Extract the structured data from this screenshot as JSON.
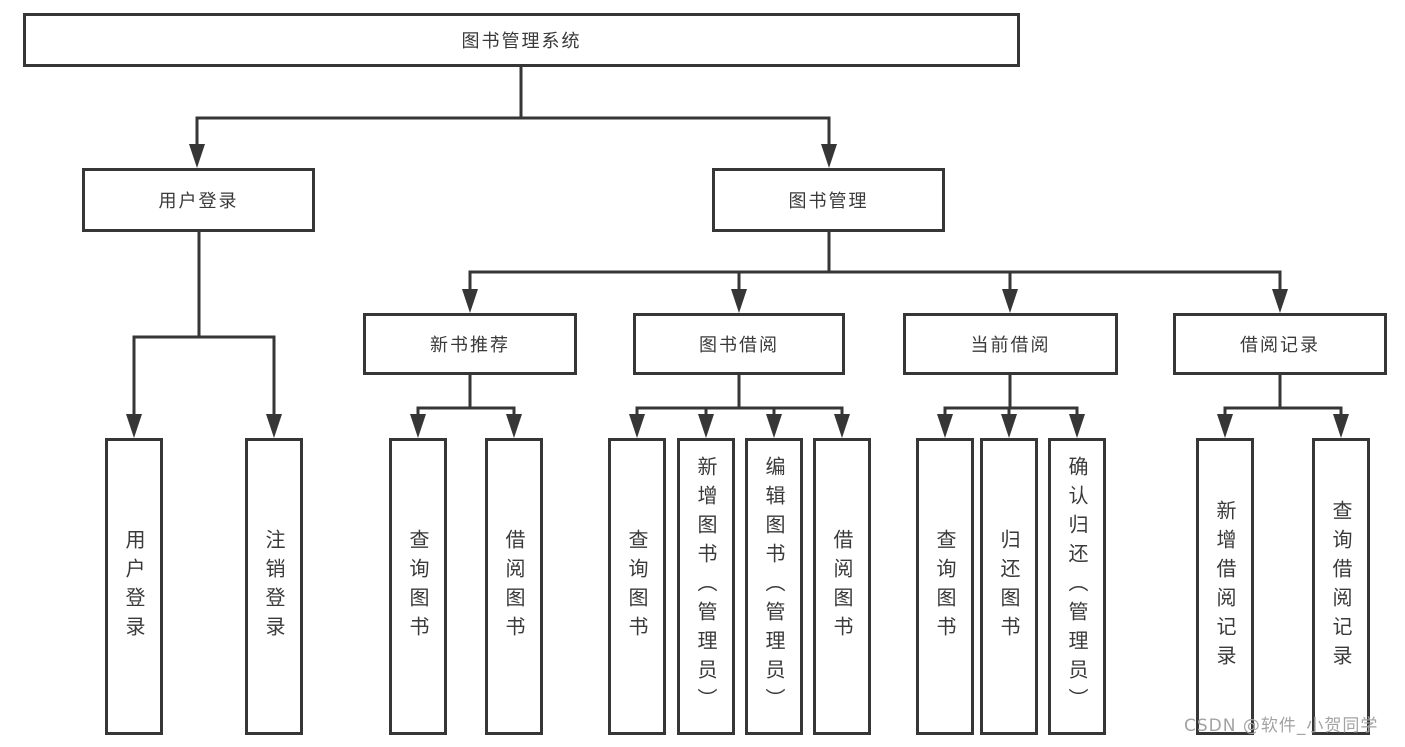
{
  "diagram": {
    "root": {
      "label": "图书管理系统"
    },
    "level2": {
      "user_login": {
        "label": "用户登录"
      },
      "book_management": {
        "label": "图书管理"
      }
    },
    "level3": {
      "new_book_recommend": {
        "label": "新书推荐"
      },
      "book_borrowing": {
        "label": "图书借阅"
      },
      "current_borrowing": {
        "label": "当前借阅"
      },
      "borrow_records": {
        "label": "借阅记录"
      }
    },
    "leaves": {
      "user_login": {
        "label": "用户登录"
      },
      "logout": {
        "label": "注销登录"
      },
      "recommend_query_book": {
        "label": "查询图书"
      },
      "recommend_borrow_book": {
        "label": "借阅图书"
      },
      "borrowing_query_book": {
        "label": "查询图书"
      },
      "borrowing_add_book": {
        "label": "新增图书（管理员）"
      },
      "borrowing_edit_book": {
        "label": "编辑图书（管理员）"
      },
      "borrowing_borrow_book": {
        "label": "借阅图书"
      },
      "current_query_book": {
        "label": "查询图书"
      },
      "current_return_book": {
        "label": "归还图书"
      },
      "current_confirm_return": {
        "label": "确认归还（管理员）"
      },
      "records_add_record": {
        "label": "新增借阅记录"
      },
      "records_query_record": {
        "label": "查询借阅记录"
      }
    }
  },
  "watermark": {
    "text": "CSDN @软件_小贺同学"
  },
  "colors": {
    "line": "#363636",
    "text": "#3a3a3a",
    "watermark": "#a3a3a3",
    "background": "#ffffff"
  }
}
